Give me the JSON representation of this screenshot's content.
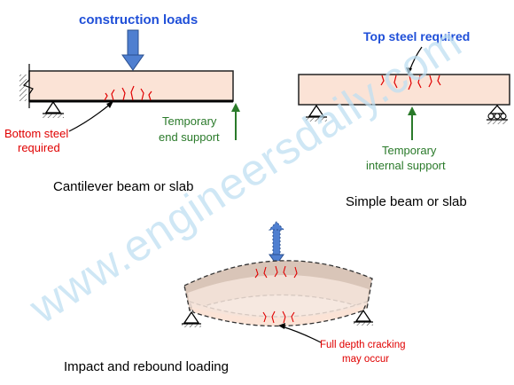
{
  "labels": {
    "construction_loads": "construction loads",
    "bottom_steel_line1": "Bottom steel",
    "bottom_steel_line2": "required",
    "temp_end_line1": "Temporary",
    "temp_end_line2": "end support",
    "cantilever_caption": "Cantilever beam or slab",
    "top_steel": "Top steel required",
    "temp_internal_line1": "Temporary",
    "temp_internal_line2": "internal support",
    "simple_caption": "Simple beam or slab",
    "full_depth_line1": "Full depth cracking",
    "full_depth_line2": "may occur",
    "impact_caption": "Impact and rebound loading",
    "watermark": "www.engineersdaily.com"
  },
  "colors": {
    "beam_fill": "#fbe3d6",
    "crack": "#e00000",
    "blue_text": "#1f4fd8",
    "red_text": "#e00000",
    "green": "#2a7a2a",
    "arrow_blue": "#4f7fd0",
    "watermark": "#bfe0f2"
  }
}
